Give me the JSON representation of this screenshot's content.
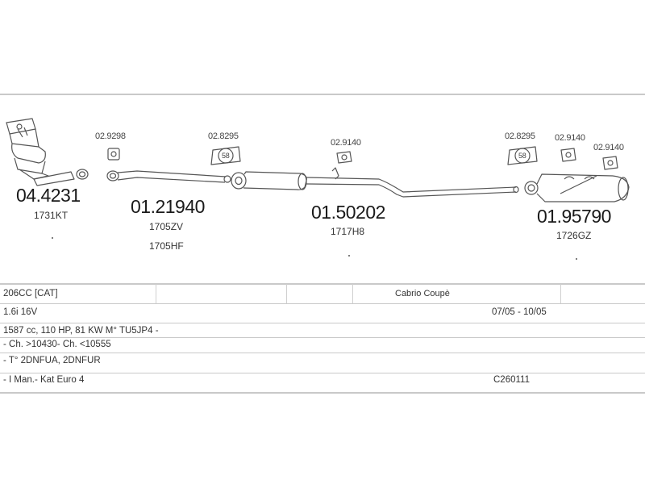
{
  "parts": [
    {
      "number": "04.4231",
      "refs": [
        "1731KT"
      ]
    },
    {
      "number": "01.21940",
      "refs": [
        "1705ZV",
        "1705HF"
      ]
    },
    {
      "number": "01.50202",
      "refs": [
        "1717H8"
      ]
    },
    {
      "number": "01.95790",
      "refs": [
        "1726GZ"
      ]
    }
  ],
  "accessories": [
    {
      "code": "02.9298"
    },
    {
      "code": "02.8295",
      "badge": "58"
    },
    {
      "code": "02.9140"
    },
    {
      "code": "02.8295",
      "badge": "58"
    },
    {
      "code": "02.9140"
    },
    {
      "code": "02.9140"
    }
  ],
  "specs": {
    "row1": {
      "model": "206CC  [CAT]",
      "body": "Cabrio Coupè"
    },
    "row2": {
      "engine": "1.6i 16V",
      "dates": "07/05 - 10/05"
    },
    "row3": {
      "text": "1587 cc, 110 HP, 81 KW M° TU5JP4 -"
    },
    "row4": {
      "text": "- Ch. >10430- Ch. <10555"
    },
    "row5": {
      "text": "- T° 2DNFUA, 2DNFUR"
    },
    "row6": {
      "text": "- I Man.- Kat Euro 4",
      "code": "C260111"
    }
  },
  "colors": {
    "line": "#555555",
    "rule": "#c9c9c9"
  }
}
